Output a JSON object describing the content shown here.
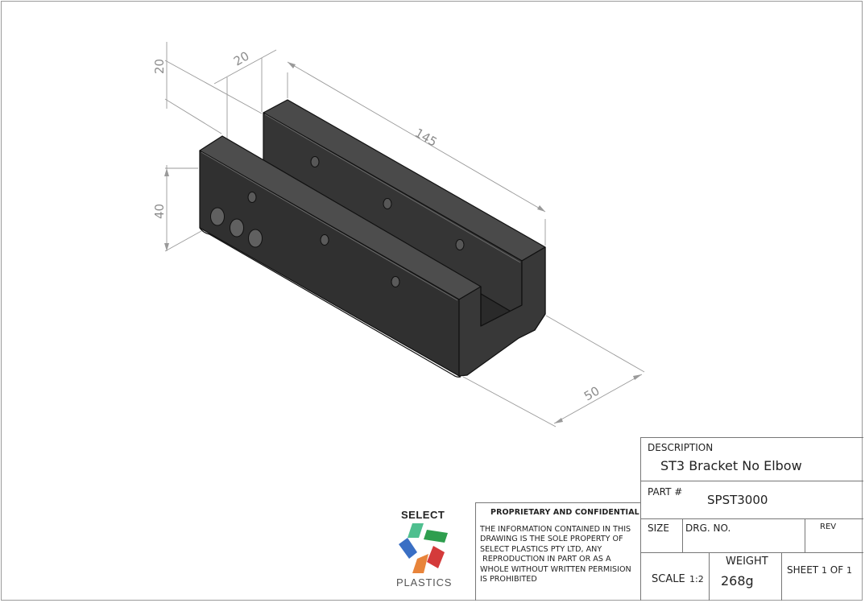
{
  "dimensions": {
    "height_upper": "20",
    "width_upper": "20",
    "length": "145",
    "height": "40",
    "depth": "50"
  },
  "title_block": {
    "description_label": "DESCRIPTION",
    "description_value": "ST3 Bracket No Elbow",
    "part_label": "PART #",
    "part_value": "SPST3000",
    "size_label": "SIZE",
    "drg_label": "DRG. NO.",
    "rev_label": "REV",
    "scale_label": "SCALE",
    "scale_value": "1:2",
    "weight_label": "WEIGHT",
    "weight_value": "268g",
    "sheet_label": "SHEET",
    "sheet_number": "1",
    "sheet_of": "OF",
    "sheet_total": "1"
  },
  "confidential": {
    "title": "PROPRIETARY AND CONFIDENTIAL",
    "body": "THE INFORMATION CONTAINED IN THIS\nDRAWING IS THE SOLE PROPERTY OF\nSELECT PLASTICS PTY LTD, ANY\n REPRODUCTION IN PART OR AS A\nWHOLE WITHOUT WRITTEN PERMISION\nIS PROHIBITED"
  },
  "logo": {
    "top_text": "SELECT",
    "bottom_text": "PLASTICS",
    "colors": [
      "#4fbf8f",
      "#2e9e4e",
      "#3a6fc4",
      "#e8843a",
      "#d43a3a"
    ]
  }
}
